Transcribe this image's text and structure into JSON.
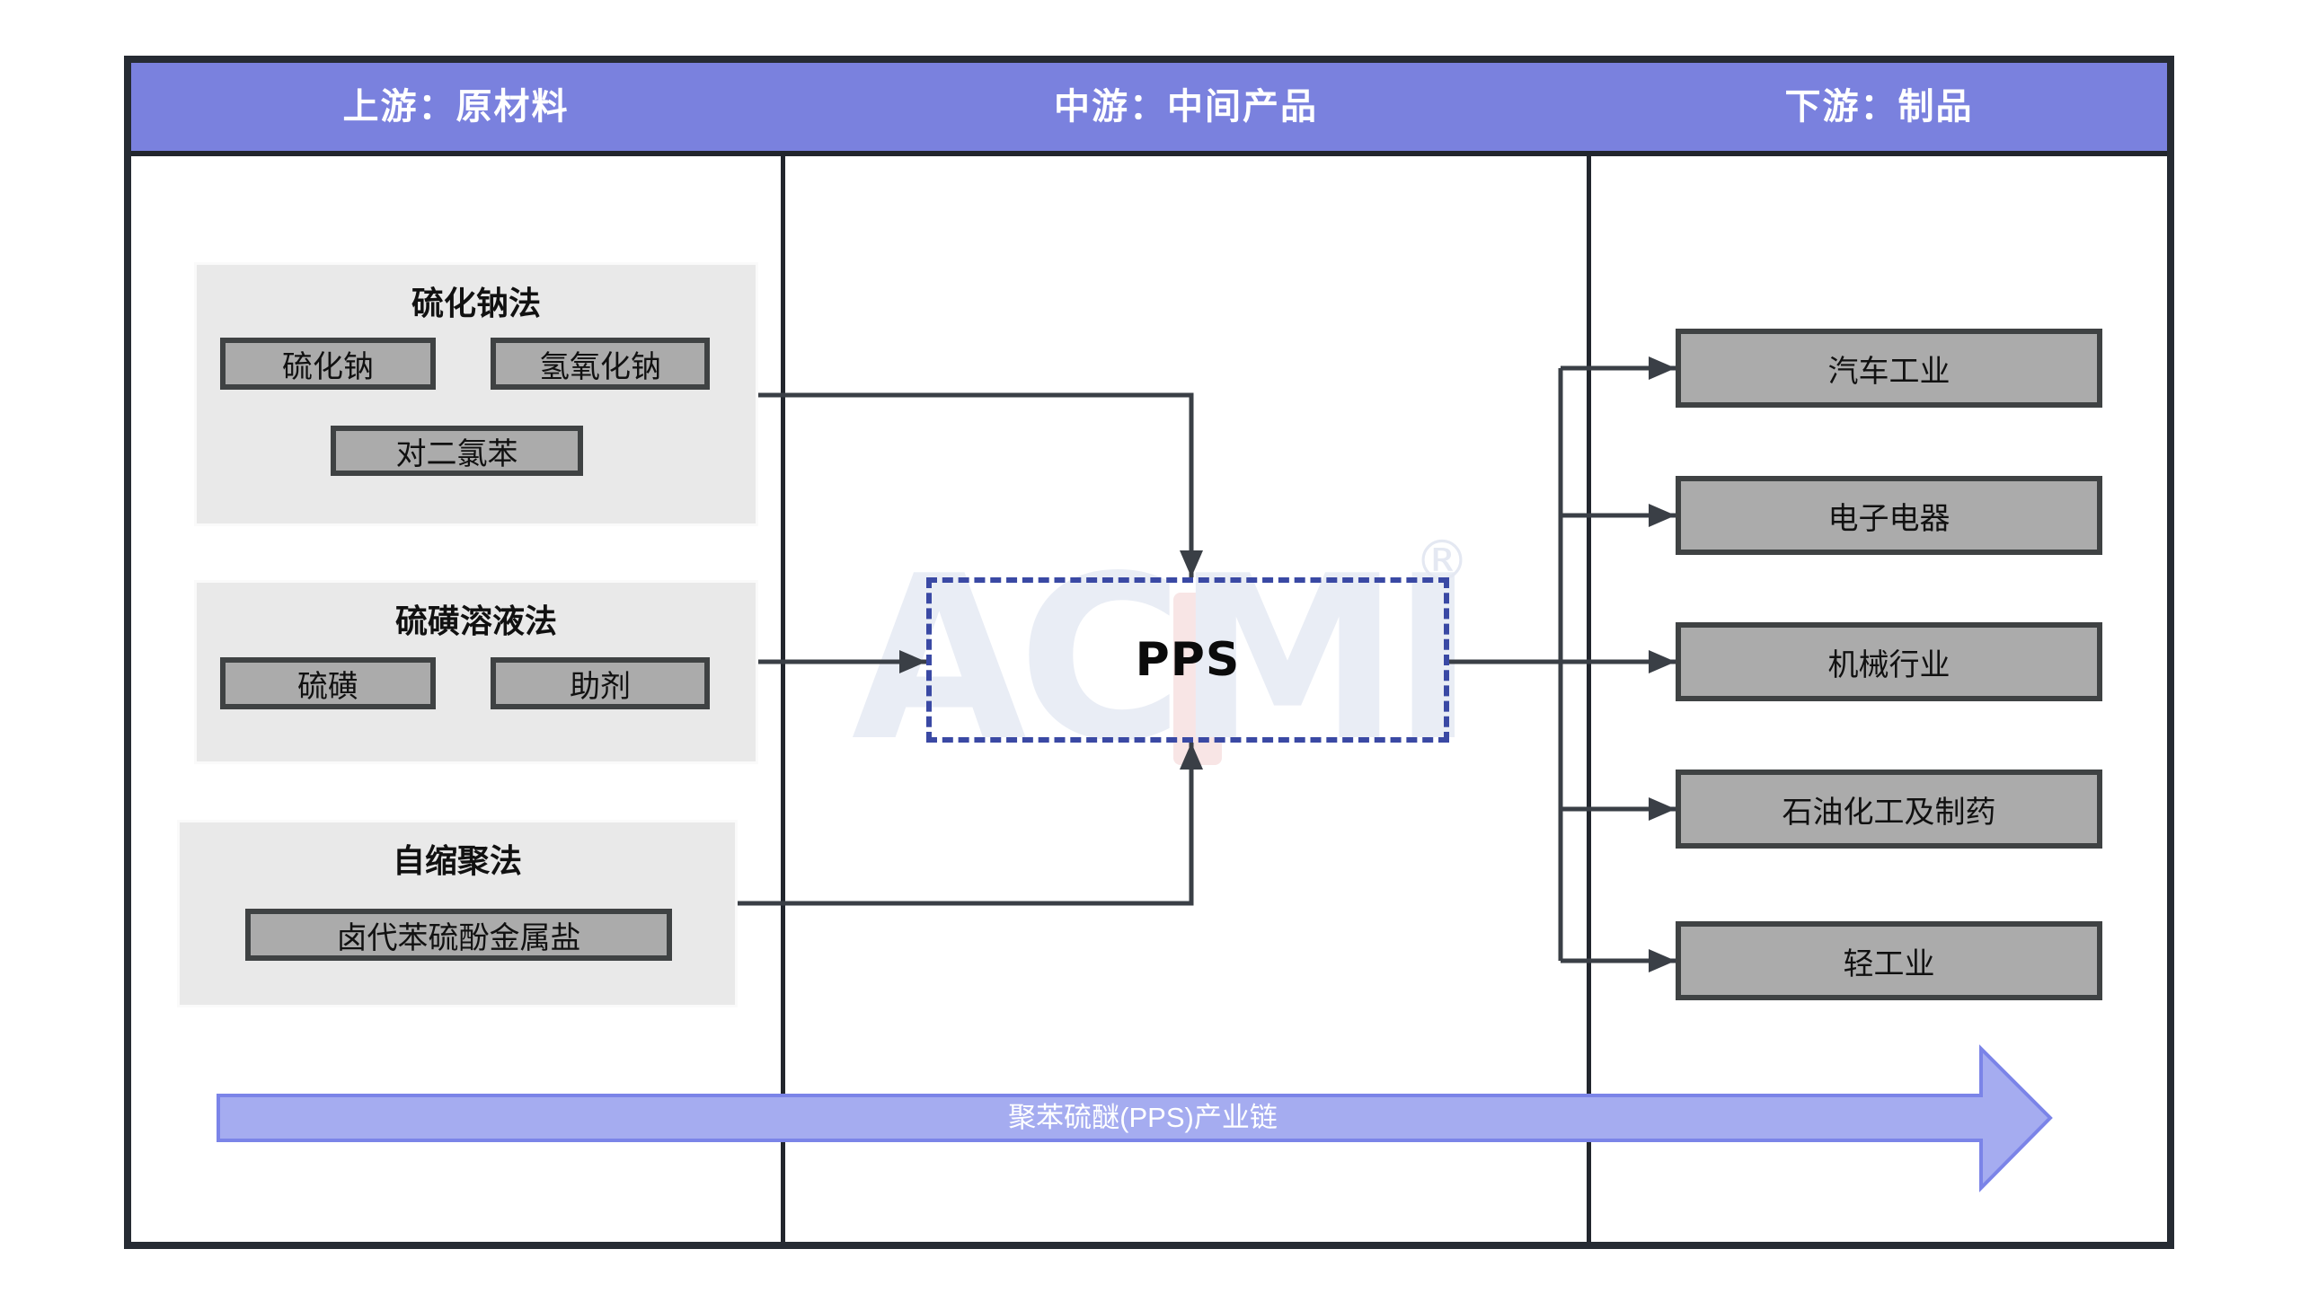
{
  "header": {
    "columns": [
      {
        "label": "上游：原材料"
      },
      {
        "label": "中游：中间产品"
      },
      {
        "label": "下游：制品"
      }
    ]
  },
  "upstream": {
    "groups": [
      {
        "title": "硫化钠法",
        "items": [
          "硫化钠",
          "氢氧化钠",
          "对二氯苯"
        ]
      },
      {
        "title": "硫磺溶液法",
        "items": [
          "硫磺",
          "助剂"
        ]
      },
      {
        "title": "自缩聚法",
        "items": [
          "卤代苯硫酚金属盐"
        ]
      }
    ]
  },
  "midstream": {
    "product": "PPS"
  },
  "downstream": {
    "items": [
      "汽车工业",
      "电子电器",
      "机械行业",
      "石油化工及制药",
      "轻工业"
    ]
  },
  "banner": {
    "label": "聚苯硫醚(PPS)产业链"
  },
  "watermark": {
    "text": "ACMI",
    "registered": "®"
  },
  "colors": {
    "header_fill": "#7A81DE",
    "frame_border": "#262B33",
    "group_fill": "#E9E9E9",
    "node_fill": "#ABABAB",
    "node_border": "#3F4243",
    "pps_border": "#3A49A4",
    "connector": "#3A3F46",
    "banner_fill": "#A5ACF0",
    "banner_border": "#7B84E8",
    "watermark_color": "#E9EDF5",
    "watermark_accent": "#F8E5E5"
  }
}
